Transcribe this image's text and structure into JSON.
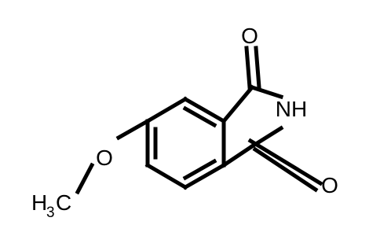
{
  "molecule": {
    "atoms": {
      "o_top": "O",
      "nh": "NH",
      "o_bottom": "O",
      "o_ether": "O",
      "methyl_h": "H",
      "methyl_sub": "3",
      "methyl_c": "C"
    },
    "colors": {
      "bond": "#000000",
      "label": "#000000",
      "background": "#ffffff"
    }
  }
}
